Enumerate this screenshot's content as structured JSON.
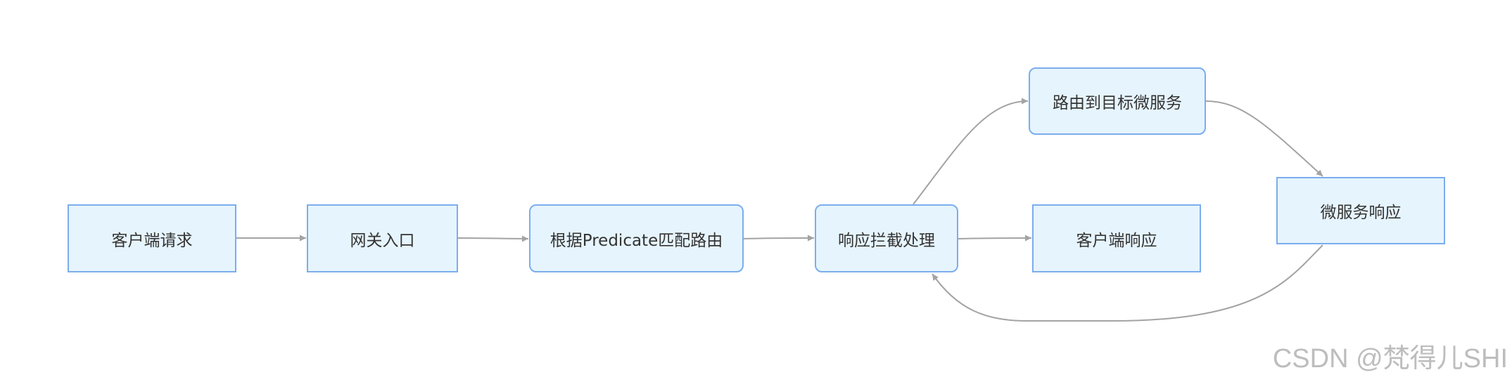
{
  "diagram": {
    "nodes": {
      "client_request": "客户端请求",
      "gateway_entry": "网关入口",
      "predicate_routing": "根据Predicate匹配路由",
      "response_interceptor": "响应拦截处理",
      "client_response": "客户端响应",
      "route_to_service": "路由到目标微服务",
      "service_response": "微服务响应"
    }
  },
  "watermark": "CSDN @梵得儿SHI",
  "colors": {
    "node_fill": "#e6f4fd",
    "node_border": "#7badee",
    "edge_color": "#a3a3a3",
    "text_color": "#333333",
    "watermark_color": "#bdbdbd",
    "background": "#ffffff"
  }
}
